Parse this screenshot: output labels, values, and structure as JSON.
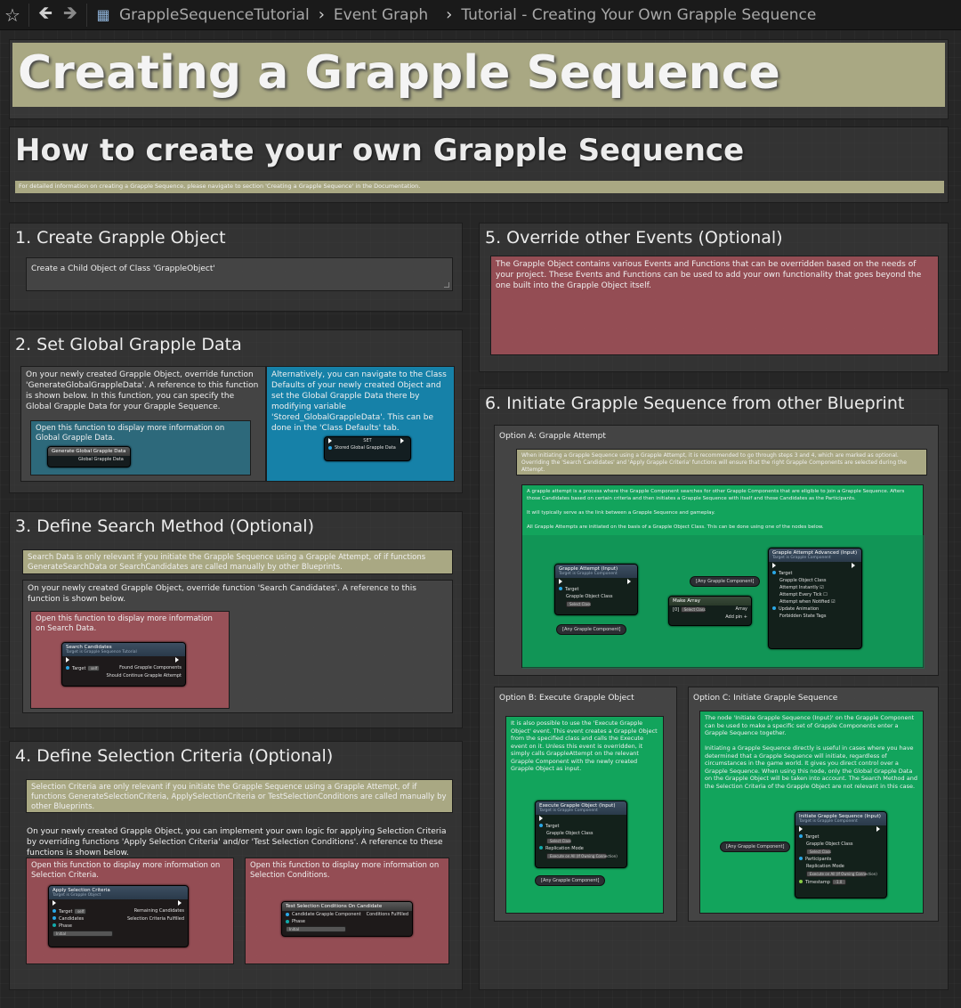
{
  "toolbar": {
    "project": "GrappleSequenceTutorial",
    "graph": "Event Graph",
    "tab": "Tutorial - Creating Your Own Grapple Sequence"
  },
  "main_title": "Creating a Grapple Sequence",
  "subtitle": "How to create your own Grapple Sequence",
  "doc_note": "For detailed information on creating a Grapple Sequence, please navigate to section 'Creating a Grapple Sequence' in the Documentation.",
  "s1": {
    "title": "1. Create Grapple Object",
    "text": "Create a Child Object of Class 'GrappleObject'"
  },
  "s2": {
    "title": "2. Set Global Grapple Data",
    "text": "On your newly created Grapple Object, override function 'GenerateGlobalGrappleData'. A reference to this function is shown below. In this function, you can specify the Global Grapple Data for your Grapple Sequence.",
    "hint": "Open this function to display more information on Global Grapple Data.",
    "node_title": "Generate Global Grapple Data",
    "node_out": "Global Grapple Data",
    "alt": "Alternatively, you can navigate to the Class Defaults of your newly created Object and set the Global Grapple Data there by modifying variable 'Stored_GlobalGrappleData'. This can be done in the 'Class Defaults' tab.",
    "set_title": "SET",
    "set_pin": "Stored Global Grapple Data"
  },
  "s3": {
    "title": "3. Define Search Method (Optional)",
    "note": "Search Data is only relevant if you initiate the Grapple Sequence using a Grapple Attempt, of if functions GenerateSearchData or SearchCandidates are called manually by other Blueprints.",
    "text": "On your newly created Grapple Object, override function 'Search Candidates'. A reference to this function is shown below.",
    "hint": "Open this function to display more information on Search Data.",
    "node_title": "Search Candidates",
    "node_sub": "Target is Grapple Sequence Tutorial",
    "target": "Target",
    "self": "self",
    "out1": "Found Grapple Components",
    "out2": "Should Continue Grapple Attempt"
  },
  "s4": {
    "title": "4. Define Selection Criteria (Optional)",
    "note": "Selection Criteria are only relevant if you initiate the Grapple Sequence using a Grapple Attempt, of if functions GenerateSelectionCriteria, ApplySelectionCriteria or TestSelectionConditions are called manually by other Blueprints.",
    "text": "On your newly created Grapple Object, you can implement your own logic for applying Selection Criteria by overriding functions 'Apply Selection Criteria' and/or 'Test Selection Conditions'. A reference to these functions is shown below.",
    "hint1": "Open this function to display more information on Selection Criteria.",
    "hint2": "Open this function to display more information on Selection Conditions.",
    "node1_title": "Apply Selection Criteria",
    "node1_sub": "Target is Grapple Object",
    "target": "Target",
    "self": "self",
    "candidates": "Candidates",
    "phase": "Phase",
    "initial": "Initial",
    "remaining": "Remaining Candidates",
    "fulfilled": "Selection Criteria Fulfilled",
    "node2_title": "Test Selection Conditions On Candidate",
    "node2_in": "Candidate Grapple Component",
    "node2_out": "Conditions Fulfilled"
  },
  "s5": {
    "title": "5. Override other Events (Optional)",
    "text": "The Grapple Object contains various Events and Functions that can be overridden based on the needs of your project. These Events and Functions can be used to add your own functionality that goes beyond the one built into the Grapple Object itself."
  },
  "s6": {
    "title": "6. Initiate Grapple Sequence from other Blueprint",
    "a_title": "Option A: Grapple Attempt",
    "a_note": "When initiating a Grapple Sequence using a Grapple Attempt, it is recommended to go through steps 3 and 4, which are marked as optional. Overriding the 'Search Candidates' and 'Apply Grapple Criteria' functions will ensure that the right Grapple Components are selected during the Attempt.",
    "a_text1": "A grapple attempt is a process where the Grapple Component searches for other Grapple Components that are eligible to join a Grapple Sequence. Afters those Candidates based on certain criteria and then initiates a Grapple Sequence with itself and those Candidates as the Participants.",
    "a_text2": "It will typically serve as the link between a Grapple Sequence and gameplay.",
    "a_text3": "All Grapple Attempts are initiated on the basis of a Grapple Object Class. This can be done using one of the nodes below.",
    "ga_title": "Grapple Attempt (Input)",
    "ga_sub": "Target is Grapple Component",
    "target": "Target",
    "goc": "Grapple Object Class",
    "select": "Select Class",
    "any_gc": "[Any Grapple Component]",
    "make_array": "Make Array",
    "array": "Array",
    "add_pin": "Add pin",
    "idx0": "[0]",
    "gaa_title": "Grapple Attempt Advanced (Input)",
    "gaa_sub": "Target is Grapple Component",
    "attempt_inst": "Attempt Instantly",
    "attempt_tick": "Attempt Every Tick",
    "attempt_notified": "Attempt when Notified",
    "update_anim": "Update Animation",
    "forbidden": "Forbidden State Tags",
    "b_title": "Option B: Execute Grapple Object",
    "b_text": "It is also possible to use the 'Execute Grapple Object' event. This event creates a Grapple Object from the specified class and calls the Execute event on it. Unless this event is overridden, it simply calls GrappleAttempt on the relevant Grapple Component with the newly created Grapple Object as input.",
    "ego_title": "Execute Grapple Object (Input)",
    "ego_sub": "Target is Grapple Component",
    "rep_mode": "Replication Mode",
    "rep_val": "Execute on All (If Owning Connection)",
    "c_title": "Option C: Initiate Grapple Sequence",
    "c_text1": "The node 'Initiate Grapple Sequence (Input)' on the Grapple Component can be used to make a specific set of Grapple Components enter a Grapple Sequence together.",
    "c_text2": "Initiating a Grapple Sequence directly is useful in cases where you have determined that a Grapple Sequence will initiate, regardless of circumstances in the game world. It gives you direct control over a Grapple Sequence. When using this node, only the Global Grapple Data on the Grapple Object will be taken into account. The Search Method and the Selection Criteria of the Grapple Object are not relevant in this case.",
    "igs_title": "Initiate Grapple Sequence (Input)",
    "igs_sub": "Target is Grapple Component",
    "participants": "Participants",
    "timestamp": "Timestamp",
    "ts_val": "-1.0"
  },
  "colors": {
    "yellow": "#a9a883",
    "red": "#b0545e",
    "blue": "#1681a8",
    "green": "#12a45c",
    "pin": "#2aa7e6"
  }
}
